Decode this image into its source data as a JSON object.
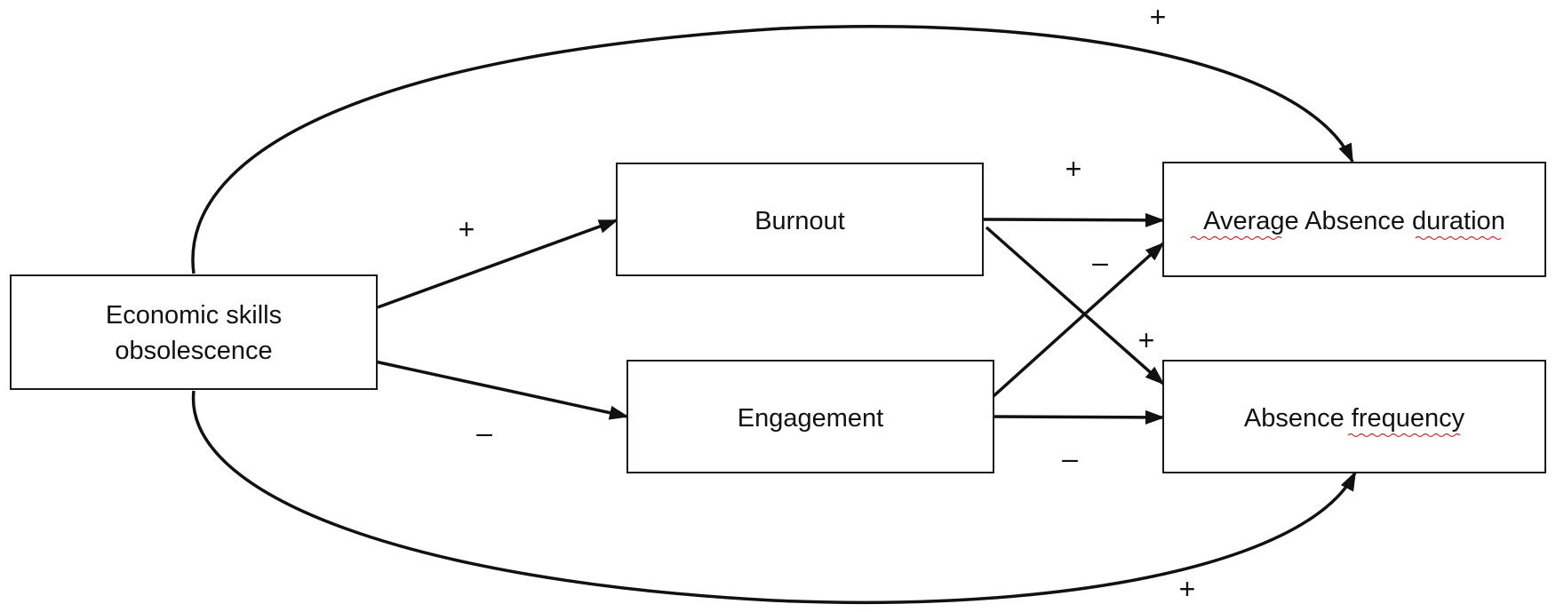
{
  "nodes": {
    "skills": {
      "line1": "Economic skills",
      "line2": "obsolescence"
    },
    "burnout": {
      "label": "Burnout"
    },
    "engagement": {
      "label": "Engagement"
    },
    "duration": {
      "label": "Average Absence duration"
    },
    "frequency": {
      "label": "Absence frequency"
    }
  },
  "signs": {
    "skills_to_duration": "+",
    "skills_to_burnout": "+",
    "skills_to_engagement": "–",
    "burnout_to_duration": "+",
    "engagement_to_duration": "–",
    "burnout_to_frequency": "+",
    "engagement_to_frequency": "–",
    "skills_to_frequency": "+"
  },
  "colors": {
    "line": "#111111",
    "box_border": "#1a1a1a",
    "spellcheck_underline": "#e02020"
  }
}
